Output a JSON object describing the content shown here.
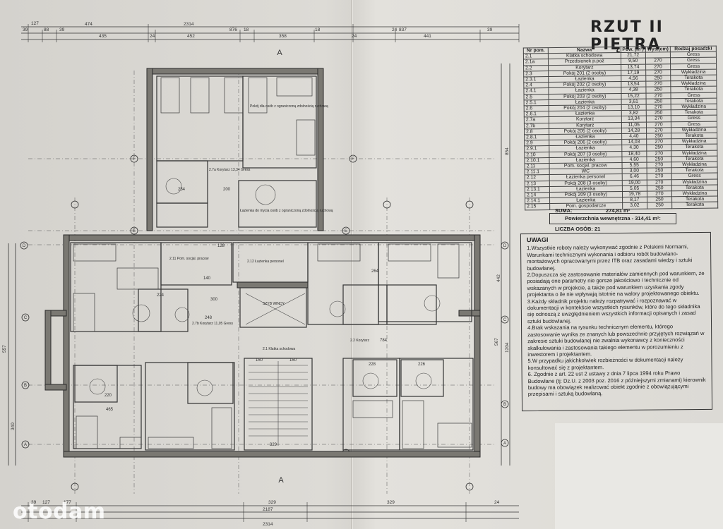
{
  "title": "RZUT II PIĘTRA",
  "table": {
    "headers": [
      "Nr pom.",
      "Nazwa",
      "Pow. (m²)",
      "Wys.(cm)",
      "Rodzaj posadzki"
    ],
    "rows": [
      [
        "2.1",
        "Klatka schodowa",
        "21,72",
        "",
        "Gress"
      ],
      [
        "2.1a",
        "Przedsionek p.poż",
        "9,50",
        "270",
        "Gress"
      ],
      [
        "2.2",
        "Korytarz",
        "13,74",
        "270",
        "Gress"
      ],
      [
        "2.3",
        "Pokój 201 (2 osoby)",
        "17,19",
        "270",
        "Wykładzina"
      ],
      [
        "2.3.1",
        "Łazienka",
        "4,56",
        "250",
        "Terakota"
      ],
      [
        "2.4",
        "Pokój 202 (2 osoby)",
        "13,54",
        "270",
        "Wykładzina"
      ],
      [
        "2.4.1",
        "Łazienka",
        "4,38",
        "250",
        "Terakota"
      ],
      [
        "2.5",
        "Pokój 203 (2 osoby)",
        "15,22",
        "270",
        "Gress"
      ],
      [
        "2.5.1",
        "Łazienka",
        "3,61",
        "250",
        "Terakota"
      ],
      [
        "2.6",
        "Pokój 204 (2 osoby)",
        "13,10",
        "270",
        "Wykładzina"
      ],
      [
        "2.6.1",
        "Łazienka",
        "3,82",
        "250",
        "Terakota"
      ],
      [
        "2.7a",
        "Korytarz",
        "13,34",
        "270",
        "Gress"
      ],
      [
        "2.7b",
        "Korytarz",
        "11,05",
        "270",
        "Gress"
      ],
      [
        "2.8",
        "Pokój 205 (2 osoby)",
        "14,28",
        "270",
        "Wykładzina"
      ],
      [
        "2.8.1",
        "Łazienka",
        "4,40",
        "250",
        "Terakota"
      ],
      [
        "2.9",
        "Pokój 206 (2 osoby)",
        "14,03",
        "270",
        "Wykładzina"
      ],
      [
        "2.9.1",
        "Łazienka",
        "4,30",
        "250",
        "Terakota"
      ],
      [
        "2.10",
        "Pokój 207 (3 osoby)",
        "18,40",
        "270",
        "Wykładzina"
      ],
      [
        "2.10.1",
        "Łazienka",
        "4,60",
        "250",
        "Terakota"
      ],
      [
        "2.11",
        "Pom. socjal. pracow",
        "5,55",
        "270",
        "Wykładzina"
      ],
      [
        "2.11.1",
        "WC",
        "3,00",
        "250",
        "Terakota"
      ],
      [
        "2.12",
        "Łazienka personel",
        "6,46",
        "270",
        "Gress"
      ],
      [
        "2.13",
        "Pokój 208 (3 osoby)",
        "19,00",
        "270",
        "Wykładzina"
      ],
      [
        "2.13.1",
        "Łazienka",
        "5,05",
        "250",
        "Terakota"
      ],
      [
        "2.14",
        "Pokój 209 (3 osoby)",
        "19,78",
        "270",
        "Wykładzina"
      ],
      [
        "2.14.1",
        "Łazienka",
        "8,17",
        "250",
        "Terakota"
      ],
      [
        "2.15",
        "Pom. gospodarcze",
        "3,02",
        "250",
        "Terakota"
      ]
    ]
  },
  "suma_label": "SUMA:",
  "suma_value": "274,81 m²",
  "powierzchnia": "Powierzchnia wewnętrzna - 314,41 m²:",
  "liczba": "LICZBA OSÓB: 21",
  "notes": {
    "heading": "UWAGI",
    "items": [
      "1.Wszystkie roboty należy wykonywać zgodnie z Polskimi Normami, Warunkami technicznymi wykonania i odbioru robót budowlano-montażowych opracowanymi przez ITB oraz zasadami wiedzy i sztuki budowlanej.",
      "2.Dopuszcza się zastosowanie materiałów zamiennych pod warunkiem, że posiadają one parametry nie gorsze jakościowo i technicznie od wskazanych w projekcie, a także pod warunkiem uzyskania zgody projektanta o ile nie wpływają istotnie na walory projektowanego obiektu.",
      "3.Każdy składnik projektu należy rozpatrywać i rozpoznawać w dokumentacji w kontekście wszystkich rysunków, które do tego składnika się odnoszą z uwzględnieniem wszystkich informacji opisanych i zasad sztuki budowlanej.",
      "4.Brak wskazania na rysunku technicznym elementu, którego zastosowanie wynika ze znanych lub powszechnie przyjętych rozwiązań w zakresie sztuki budowlanej nie zwalnia wykonawcy z konieczności skalkulowania i zastosowania takiego elementu w porozumieniu z inwestorem i projektantem.",
      "5.W przypadku jakichkolwiek rozbieżności w dokumentacji należy konsultować się z projektantem.",
      "6. Zgodnie z art. 22 ust 2 ustawy z dnia 7 lipca 1994 roku Prawo Budowlane (tj: Dz.U. z 2003 poz. 2016 z późniejszymi zmianami) kierownik budowy ma obowiązek realizować obiekt zgodnie z obowiązującymi przepisami i sztuką budowlaną."
    ]
  },
  "plan": {
    "dims_top": [
      "2314",
      "474",
      "876",
      "837",
      "127",
      "435",
      "24",
      "452",
      "358",
      "24",
      "441",
      "39",
      "88",
      "39",
      "18",
      "18",
      "24",
      "39"
    ],
    "dims_bottom": [
      "2314",
      "2187",
      "127",
      "177",
      "329",
      "329",
      "39",
      "24"
    ],
    "dims_right": [
      "854",
      "442",
      "1204",
      "567"
    ],
    "dims_left": [
      "557",
      "340"
    ],
    "section_marks": [
      "A",
      "A"
    ],
    "axis_labels": [
      "F",
      "F",
      "E",
      "E",
      "D",
      "D",
      "C",
      "C",
      "B",
      "B",
      "A",
      "A"
    ],
    "room_labels": [
      "Pokój dla osób z ograniczoną zdolnością ruchową",
      "Łazienka do mycia osób z ograniczoną zdolnością ruchową",
      "SZYB WINDY",
      "2.7a Korytarz 13,34 Gress",
      "2.7b Korytarz 11,05 Gress",
      "2.1 Klatka schodowa",
      "2.2 Korytarz",
      "2.11 Pom. socjal. pracow",
      "2.12 Łazienka personel"
    ],
    "dims_inner": [
      "200",
      "254",
      "224",
      "300",
      "248",
      "220",
      "150",
      "150",
      "329",
      "128",
      "140",
      "784",
      "228",
      "264",
      "465",
      "226"
    ]
  },
  "watermark": "otodam"
}
